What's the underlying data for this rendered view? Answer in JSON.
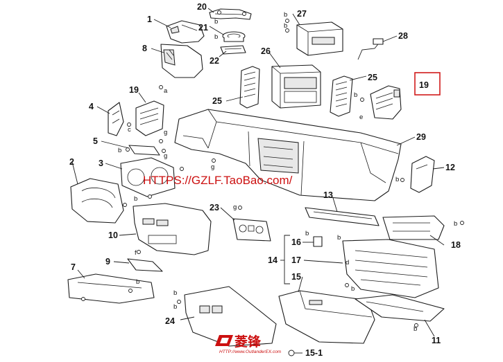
{
  "callouts": {
    "c1": "1",
    "c2": "2",
    "c3": "3",
    "c4": "4",
    "c5": "5",
    "c7": "7",
    "c8": "8",
    "c9": "9",
    "c10": "10",
    "c11": "11",
    "c12": "12",
    "c13": "13",
    "c14": "14",
    "c15": "15",
    "c15_1": "15-1",
    "c16": "16",
    "c17": "17",
    "c18": "18",
    "c19": "19",
    "c19_highlight": "19",
    "c20": "20",
    "c21": "21",
    "c22": "22",
    "c23": "23",
    "c24": "24",
    "c25a": "25",
    "c25b": "25",
    "c26": "26",
    "c27": "27",
    "c28": "28",
    "c29": "29"
  },
  "fastener_letters": {
    "a": "a",
    "b": "b",
    "c": "c",
    "d": "d",
    "e": "e",
    "f": "f",
    "g": "g"
  },
  "highlight_color": "#d01a1a",
  "watermark": {
    "text": "HTTPS://GZLF.TaoBao.com/",
    "color": "#cc1010"
  },
  "logo": {
    "brand_cn": "菱锋",
    "url": "HTTP://www.OutlanderEX.com"
  }
}
